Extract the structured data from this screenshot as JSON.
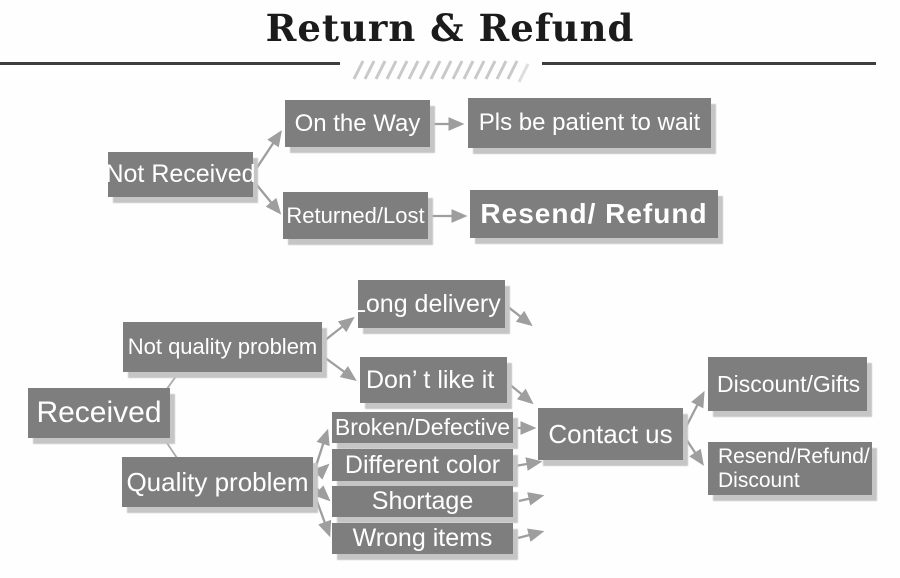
{
  "title": "Return & Refund",
  "colors": {
    "box_gray": "#7e7e7e",
    "box_text": "#ffffff",
    "box_shadow": "#c5c5c5",
    "arrow_gray": "#9e9e9e",
    "connector_line": "#ababab",
    "title_text": "#1b1b1b",
    "divider_line": "#3d3d3d",
    "hatch_stroke": "#c9c9c9",
    "background": "#fefefe"
  },
  "nodes": {
    "not_received": {
      "label": "Not Received"
    },
    "on_the_way": {
      "label": "On the Way"
    },
    "pls_wait": {
      "label": "Pls be patient to wait"
    },
    "returned_lost": {
      "label": "Returned/Lost"
    },
    "resend_refund": {
      "label": "Resend/ Refund"
    },
    "received": {
      "label": "Received"
    },
    "not_quality_problem": {
      "label": "Not quality problem"
    },
    "long_delivery": {
      "label": "Long delivery"
    },
    "dont_like_it": {
      "label": "Don’ t like it"
    },
    "quality_problem": {
      "label": "Quality problem"
    },
    "broken_defective": {
      "label": "Broken/Defective"
    },
    "different_color": {
      "label": "Different color"
    },
    "shortage": {
      "label": "Shortage"
    },
    "wrong_items": {
      "label": "Wrong items"
    },
    "contact_us": {
      "label": "Contact us"
    },
    "discount_gifts": {
      "label": "Discount/Gifts"
    },
    "resend_refund_discount": {
      "line1": "Resend/Refund/",
      "line2": "Discount"
    }
  }
}
